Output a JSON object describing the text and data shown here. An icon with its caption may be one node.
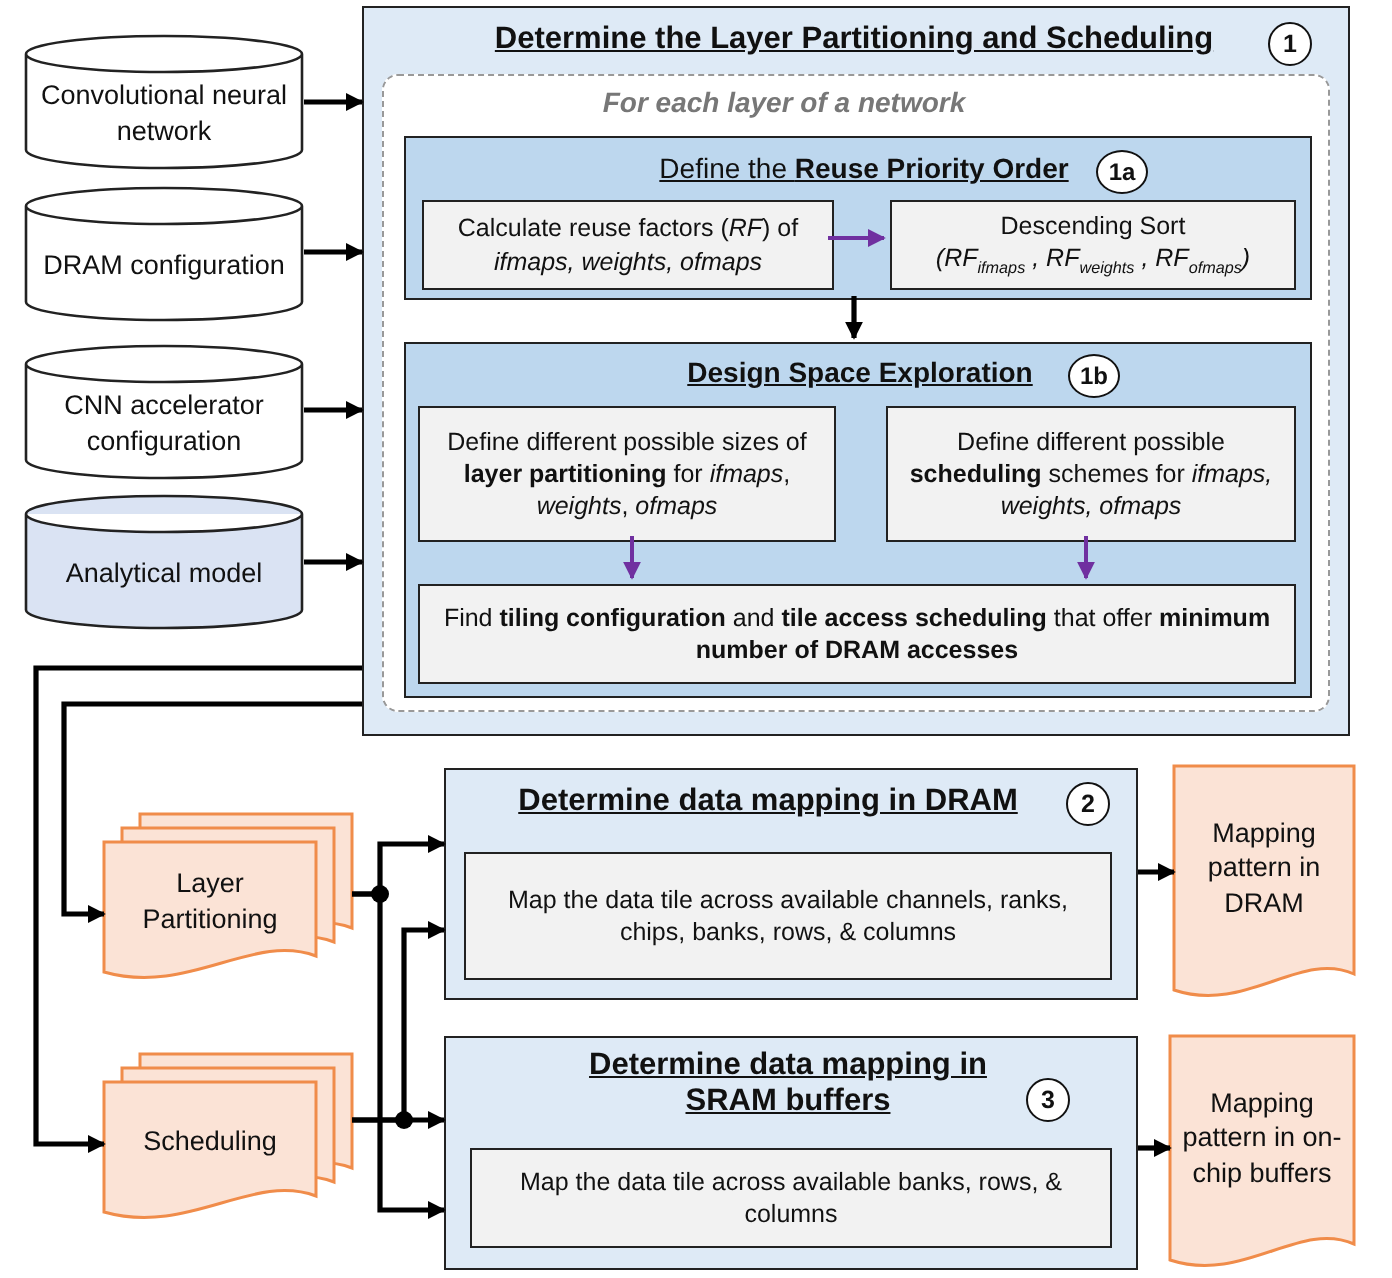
{
  "diagram": {
    "nodes": [
      {
        "text": [
          "Determine the Layer Partitioning and Scheduling",
          "1"
        ]
      },
      {
        "text": [
          "For each layer of a network"
        ],
        "in": 0
      },
      {
        "text": [
          "Define the **Reuse Priority Order**",
          "1a"
        ],
        "in": 1
      },
      {
        "text": [
          "Calculate reuse factors (*RF*) of *ifmaps, weights, ofmaps*"
        ],
        "in": 2
      },
      {
        "text": [
          "Descending Sort",
          "(RF$_{ifmaps}$ , RF$_{weights}$ , RF$_{ofmaps}$)"
        ],
        "in": 2
      },
      {
        "text": [
          "Design Space Exploration",
          "1b"
        ],
        "in": 1
      },
      {
        "text": [
          "Define different possible sizes of **layer partitioning** for *ifmaps*, *weights*, *ofmaps*"
        ],
        "in": 5
      },
      {
        "text": [
          "Define different possible **scheduling** schemes for *ifmaps, weights, ofmaps*"
        ],
        "in": 5
      },
      {
        "text": [
          "Find **tiling configuration** and **tile access scheduling** that offer **minimum number of DRAM accesses**"
        ],
        "in": 5
      },
      {
        "text": [
          "Convolutional neural network"
        ]
      },
      {
        "text": [
          "DRAM configuration"
        ]
      },
      {
        "text": [
          "CNN accelerator configuration"
        ]
      },
      {
        "text": [
          "Analytical model"
        ]
      },
      {
        "text": [
          "Layer Partitioning"
        ]
      },
      {
        "text": [
          "Scheduling"
        ]
      },
      {
        "text": [
          "Determine data mapping in DRAM",
          "2"
        ]
      },
      {
        "text": [
          "Map the data tile across available channels, ranks, chips, banks, rows, & columns"
        ],
        "in": 15
      },
      {
        "text": [
          "Determine data mapping in SRAM buffers",
          "3"
        ]
      },
      {
        "text": [
          "Map the data tile across available banks, rows, & columns"
        ],
        "in": 17
      },
      {
        "text": [
          "Mapping pattern in DRAM"
        ]
      },
      {
        "text": [
          "Mapping pattern in on-chip buffers"
        ]
      }
    ],
    "edges": [
      {
        "from": 9,
        "to": 0,
        "arrow": "to"
      },
      {
        "from": 10,
        "to": 0,
        "arrow": "to"
      },
      {
        "from": 11,
        "to": 0,
        "arrow": "to"
      },
      {
        "from": 12,
        "to": 0,
        "arrow": "to"
      },
      {
        "from": 3,
        "to": 4,
        "arrow": "to",
        "color": "#7030a0"
      },
      {
        "from": 2,
        "to": 5,
        "arrow": "to"
      },
      {
        "from": 6,
        "to": 8,
        "arrow": "to",
        "color": "#7030a0"
      },
      {
        "from": 7,
        "to": 8,
        "arrow": "to",
        "color": "#7030a0"
      },
      {
        "from": 0,
        "to": 13,
        "arrow": "to"
      },
      {
        "from": 0,
        "to": 14,
        "arrow": "to"
      },
      {
        "from": 13,
        "to": 15,
        "arrow": "to"
      },
      {
        "from": 13,
        "to": 17,
        "arrow": "to"
      },
      {
        "from": 14,
        "to": 15,
        "arrow": "to"
      },
      {
        "from": 14,
        "to": 17,
        "arrow": "to"
      },
      {
        "from": 15,
        "to": 19,
        "arrow": "to"
      },
      {
        "from": 17,
        "to": 20,
        "arrow": "to"
      }
    ]
  }
}
